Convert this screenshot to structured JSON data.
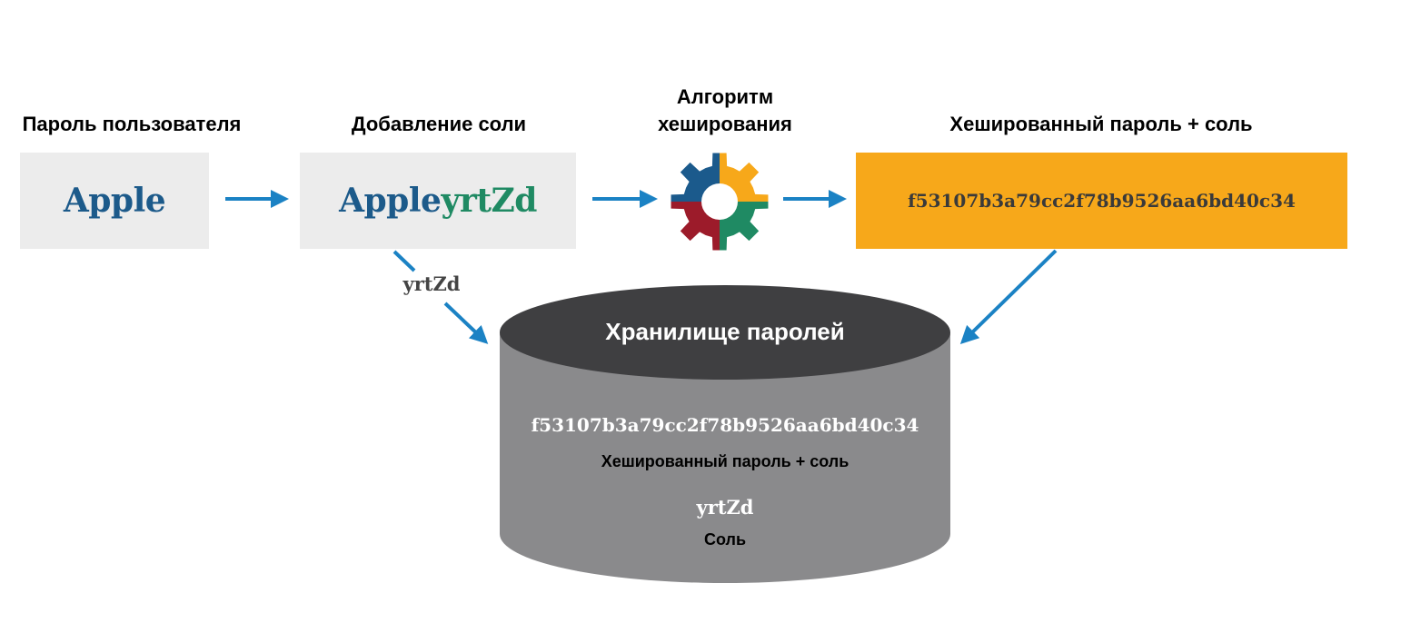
{
  "steps": {
    "user_password": {
      "label": "Пароль пользователя",
      "value": "Apple"
    },
    "add_salt": {
      "label": "Добавление соли",
      "value_base": "Apple",
      "value_salt": "yrtZd"
    },
    "hash_algorithm": {
      "label_line1": "Алгоритм",
      "label_line2": "хеширования",
      "icon": "gear-icon"
    },
    "hashed_result": {
      "label": "Хешированный пароль + соль",
      "value": "f53107b3a79cc2f78b9526aa6bd40c34"
    }
  },
  "salt_arrow_label": "yrtZd",
  "storage": {
    "title": "Хранилище паролей",
    "hash_value": "f53107b3a79cc2f78b9526aa6bd40c34",
    "hash_caption": "Хешированный пароль + соль",
    "salt_value": "yrtZd",
    "salt_caption": "Соль"
  },
  "colors": {
    "blue_text": "#1c5a8a",
    "green_text": "#1f8a63",
    "arrow": "#1b82c4",
    "orange_box": "#f7a81a",
    "grey_box": "#ececec",
    "db_top": "#3f3f41",
    "db_body": "#8a8a8c",
    "gear_blue": "#1b5a8c",
    "gear_orange": "#f7a81a",
    "gear_red": "#9c1b2a",
    "gear_green": "#1f8a63"
  }
}
